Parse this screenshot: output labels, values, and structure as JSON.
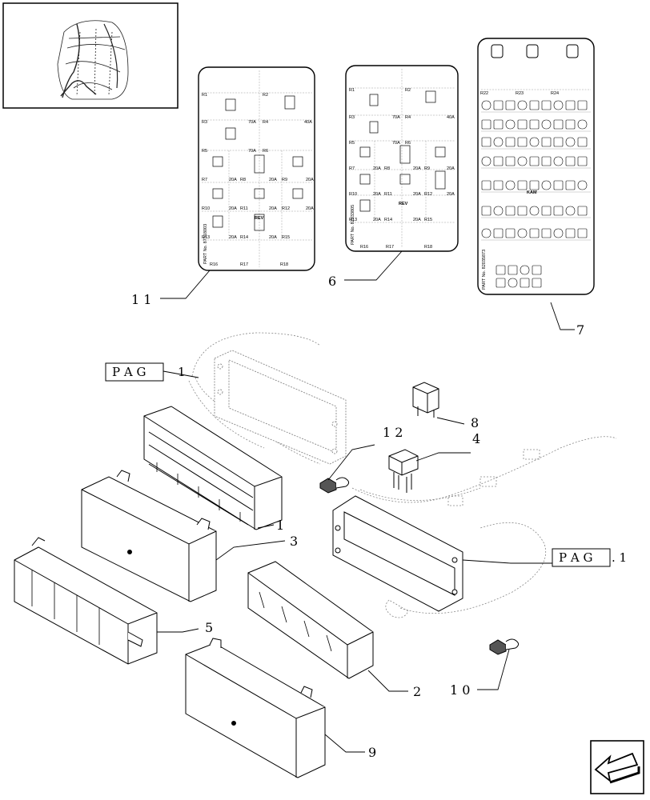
{
  "callouts": {
    "c1": "1",
    "c2": "2",
    "c3": "3",
    "c4": "4",
    "c5": "5",
    "c6": "6",
    "c7": "7",
    "c8": "8",
    "c9": "9",
    "c10": "1 0",
    "c11": "1 1",
    "c12": "1 2"
  },
  "pag_left": {
    "label": "P A G",
    "number": "1"
  },
  "pag_right": {
    "label": "P A G",
    "number": ". 1"
  },
  "card_left": {
    "relays": [
      "R1",
      "R2",
      "R3",
      "R4",
      "R5",
      "R6",
      "R7",
      "R8",
      "R9",
      "R10",
      "R11",
      "R12",
      "R13",
      "R14",
      "R15",
      "R16",
      "R17",
      "R18"
    ],
    "amps": [
      "70A",
      "40A",
      "70A",
      "20A",
      "20A",
      "20A",
      "20A",
      "20A",
      "20A",
      "20A",
      "20A"
    ],
    "rev": "REV",
    "part_no": "PART No. 87318003"
  },
  "card_mid": {
    "relays": [
      "R1",
      "R2",
      "R3",
      "R4",
      "R5",
      "R6",
      "R7",
      "R8",
      "R9",
      "R10",
      "R11",
      "R12",
      "R13",
      "R14",
      "R15",
      "R16",
      "R17",
      "R18"
    ],
    "amps": [
      "70A",
      "40A",
      "70A",
      "20A",
      "20A",
      "20A",
      "20A",
      "20A",
      "20A",
      "20A",
      "20A"
    ],
    "rev": "REV",
    "part_no": "PART No. 82033805"
  },
  "card_right": {
    "relays": [
      "R22",
      "R23",
      "R24"
    ],
    "part_no": "PART No. 82035873",
    "kam": "KAM"
  }
}
